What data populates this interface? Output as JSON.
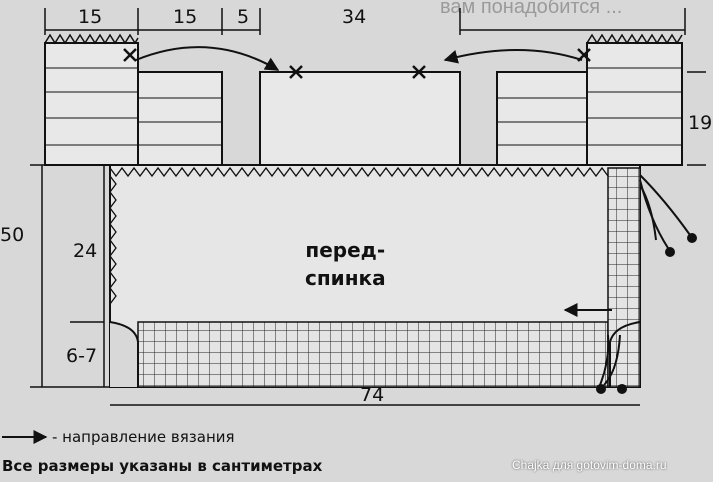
{
  "dimensions": {
    "top_left_sleeve": "15",
    "top_left_shoulder": "15",
    "top_gap": "5",
    "top_neck": "34",
    "right_sleeve_height": "19",
    "total_length": "50",
    "body_side": "24",
    "hem": "6-7",
    "width": "74"
  },
  "labels": {
    "center_line1": "перед-",
    "center_line2": "спинка"
  },
  "legend": {
    "arrow_text": "- направление вязания"
  },
  "footer": "Все размеры указаны в сантиметрах",
  "credit": "Chajka для gotovim-doma.ru",
  "colors": {
    "background": "#d8d8d8",
    "panel": "#e6e6e6",
    "ink": "#111111"
  }
}
